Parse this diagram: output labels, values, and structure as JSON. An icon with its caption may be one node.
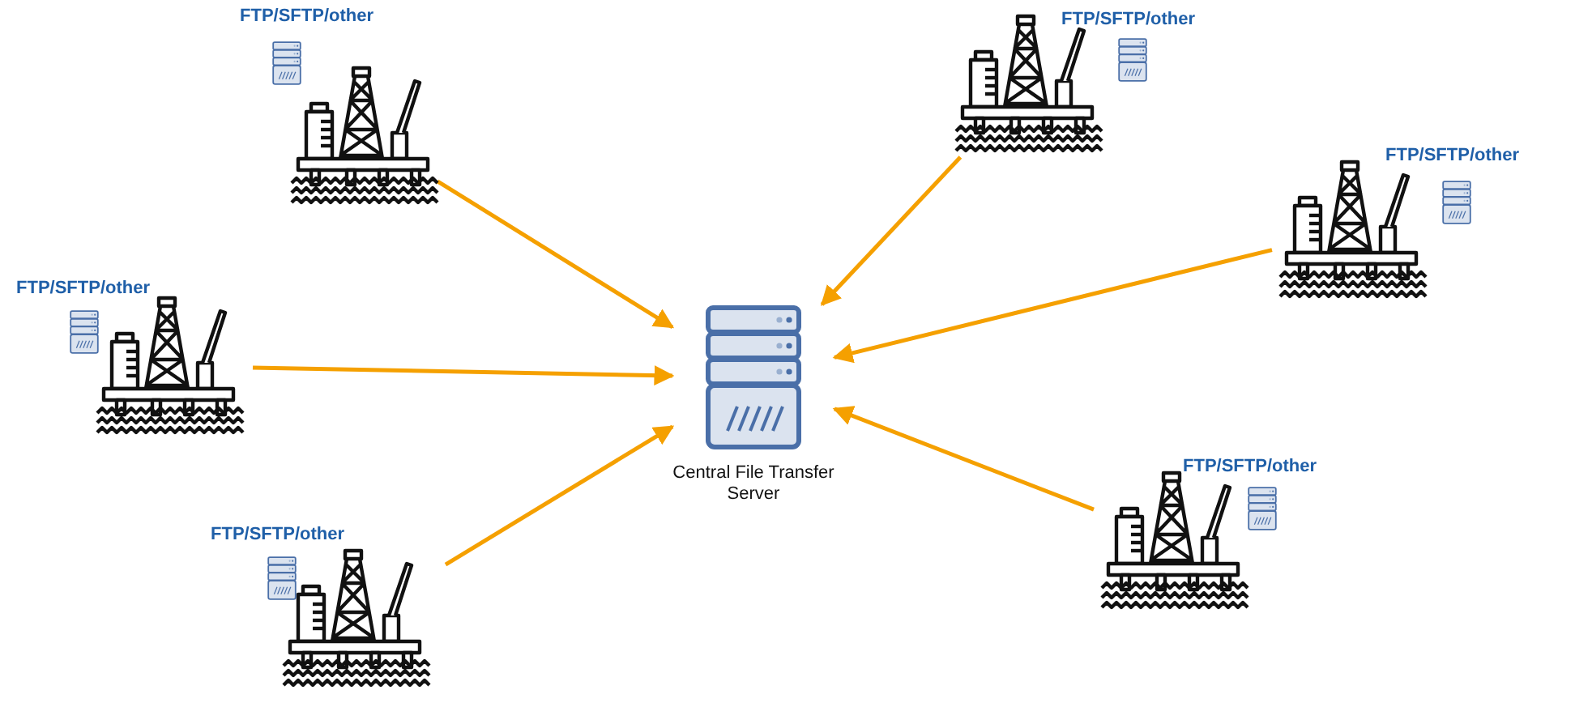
{
  "diagram": {
    "nodes": [
      {
        "text": [
          "FTP/SFTP/other"
        ]
      },
      {
        "text": [
          "FTP/SFTP/other"
        ]
      },
      {
        "text": [
          "FTP/SFTP/other"
        ]
      },
      {
        "text": [
          "FTP/SFTP/other"
        ]
      },
      {
        "text": [
          "Central File Transfer Server"
        ]
      },
      {
        "text": [
          "FTP/SFTP/other"
        ]
      },
      {
        "text": [
          "FTP/SFTP/other"
        ]
      }
    ],
    "edges": [
      {
        "from": 0,
        "to": 4,
        "arrow": "to"
      },
      {
        "from": 1,
        "to": 4,
        "arrow": "to"
      },
      {
        "from": 2,
        "to": 4,
        "arrow": "to"
      },
      {
        "from": 3,
        "to": 4,
        "arrow": "to"
      },
      {
        "from": 5,
        "to": 4,
        "arrow": "to"
      },
      {
        "from": 6,
        "to": 4,
        "arrow": "to"
      }
    ]
  }
}
